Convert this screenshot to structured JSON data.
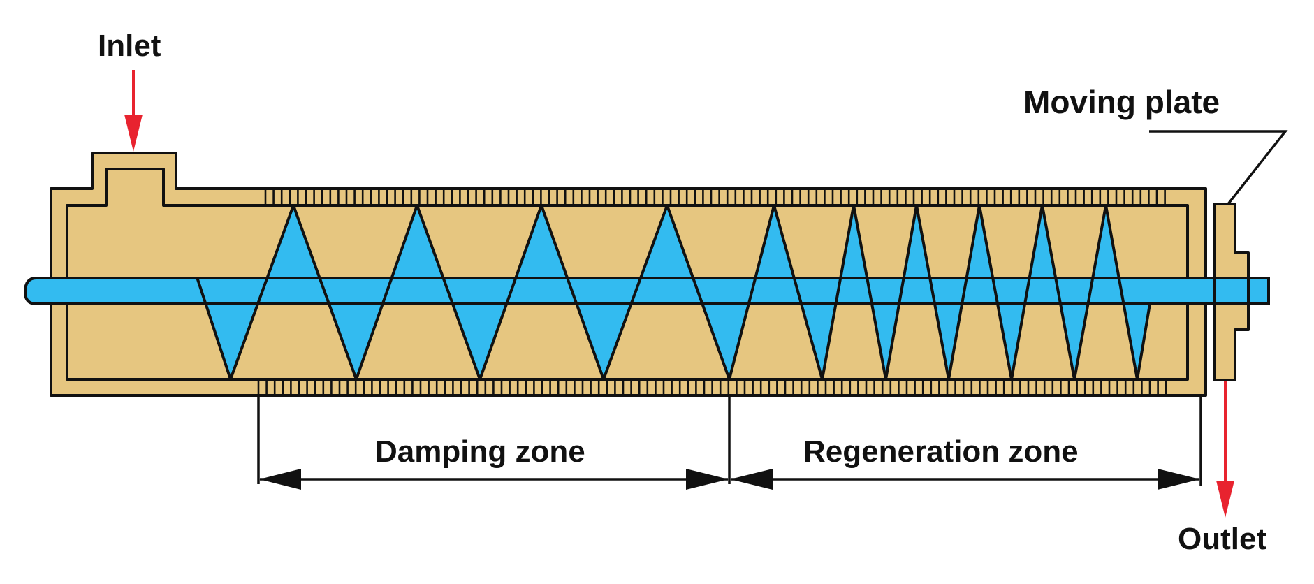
{
  "diagram": {
    "title": "Screw with damping and regeneration zones",
    "labels": {
      "inlet": "Inlet",
      "outlet": "Outlet",
      "moving_plate": "Moving plate",
      "damping_zone": "Damping zone",
      "regeneration_zone": "Regeneration zone"
    },
    "components": [
      {
        "id": "housing",
        "name": "Barrel housing"
      },
      {
        "id": "inlet_port",
        "name": "Inlet port"
      },
      {
        "id": "screw_shaft",
        "name": "Screw shaft"
      },
      {
        "id": "screw_flights",
        "name": "Screw flights"
      },
      {
        "id": "slotted_liner",
        "name": "Slotted screen bands"
      },
      {
        "id": "moving_plate",
        "name": "Moving plate"
      }
    ],
    "zones": [
      {
        "name": "Damping zone",
        "flight_pitch": "wide",
        "flight_count": 4
      },
      {
        "name": "Regeneration zone",
        "flight_pitch": "narrow",
        "flight_count": 6
      }
    ],
    "flows": [
      {
        "label": "Inlet",
        "direction": "down"
      },
      {
        "label": "Outlet",
        "direction": "down"
      }
    ],
    "colors": {
      "housing_fill": "#E6C680",
      "screw_fill": "#33BBF0",
      "outline": "#111111",
      "flow_arrow": "#E8232F",
      "background": "#FFFFFF"
    }
  }
}
